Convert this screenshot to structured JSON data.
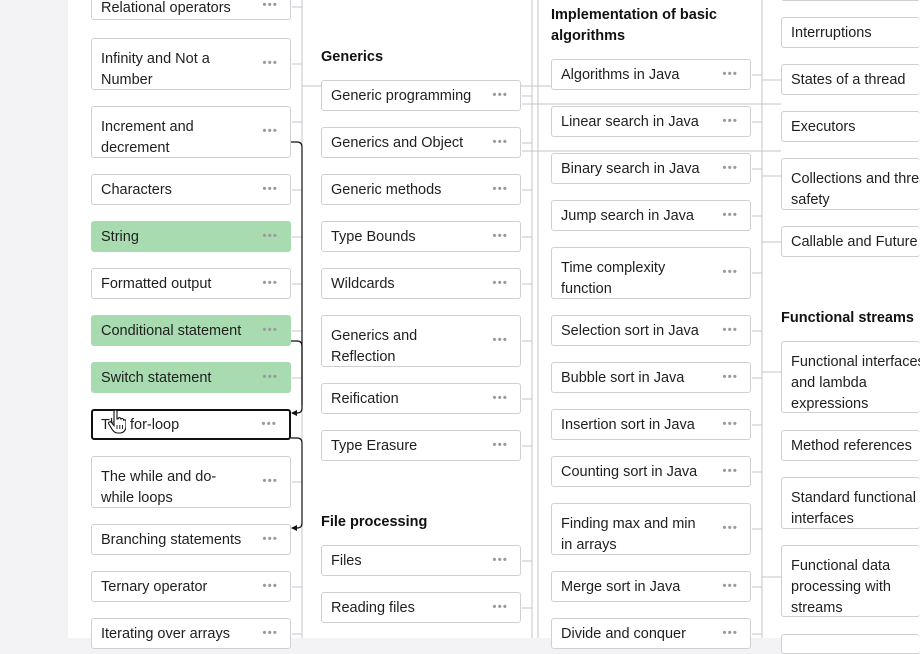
{
  "columns": [
    {
      "section": "",
      "cards": [
        {
          "label": "Relational operators",
          "state": "normal"
        },
        {
          "label": "Infinity and Not a Number",
          "state": "normal"
        },
        {
          "label": "Increment and decrement",
          "state": "normal"
        },
        {
          "label": "Characters",
          "state": "normal"
        },
        {
          "label": "String",
          "state": "completed"
        },
        {
          "label": "Formatted output",
          "state": "normal"
        },
        {
          "label": "Conditional statement",
          "state": "completed"
        },
        {
          "label": "Switch statement",
          "state": "completed"
        },
        {
          "label": "The for-loop",
          "state": "selected"
        },
        {
          "label": "The while and do-while loops",
          "state": "normal"
        },
        {
          "label": "Branching statements",
          "state": "normal"
        },
        {
          "label": "Ternary operator",
          "state": "normal"
        },
        {
          "label": "Iterating over arrays",
          "state": "normal"
        }
      ]
    },
    {
      "sections": [
        {
          "title": "Generics",
          "cards": [
            {
              "label": "Generic programming"
            },
            {
              "label": "Generics and Object"
            },
            {
              "label": "Generic methods"
            },
            {
              "label": "Type Bounds"
            },
            {
              "label": "Wildcards"
            },
            {
              "label": "Generics and Reflection"
            },
            {
              "label": "Reification"
            },
            {
              "label": "Type Erasure"
            }
          ]
        },
        {
          "title": "File processing",
          "cards": [
            {
              "label": "Files"
            },
            {
              "label": "Reading files"
            }
          ]
        }
      ]
    },
    {
      "section": "Implementation of basic algorithms",
      "cards": [
        {
          "label": "Algorithms in Java"
        },
        {
          "label": "Linear search in Java"
        },
        {
          "label": "Binary search in Java"
        },
        {
          "label": "Jump search in Java"
        },
        {
          "label": "Time complexity function"
        },
        {
          "label": "Selection sort in Java"
        },
        {
          "label": "Bubble sort in Java"
        },
        {
          "label": "Insertion sort in Java"
        },
        {
          "label": "Counting sort in Java"
        },
        {
          "label": "Finding max and min in arrays"
        },
        {
          "label": "Merge sort in Java"
        },
        {
          "label": "Divide and conquer"
        }
      ]
    },
    {
      "sections": [
        {
          "title": "",
          "cards": [
            {
              "label": ""
            },
            {
              "label": "Interruptions"
            },
            {
              "label": "States of a thread"
            },
            {
              "label": "Executors"
            },
            {
              "label": "Collections and thread safety"
            },
            {
              "label": "Callable and Future"
            }
          ]
        },
        {
          "title": "Functional streams",
          "cards": [
            {
              "label": "Functional interfaces and lambda expressions"
            },
            {
              "label": "Method references"
            },
            {
              "label": "Standard functional interfaces"
            },
            {
              "label": "Functional data processing with streams"
            }
          ]
        }
      ]
    }
  ],
  "more_glyph": "•••",
  "colors": {
    "completed": "#a8dcb0",
    "border": "#cfcfd4",
    "connector": "#b9b9be",
    "active_connector": "#111111"
  },
  "cursor_icon": "hand-pointer-icon"
}
